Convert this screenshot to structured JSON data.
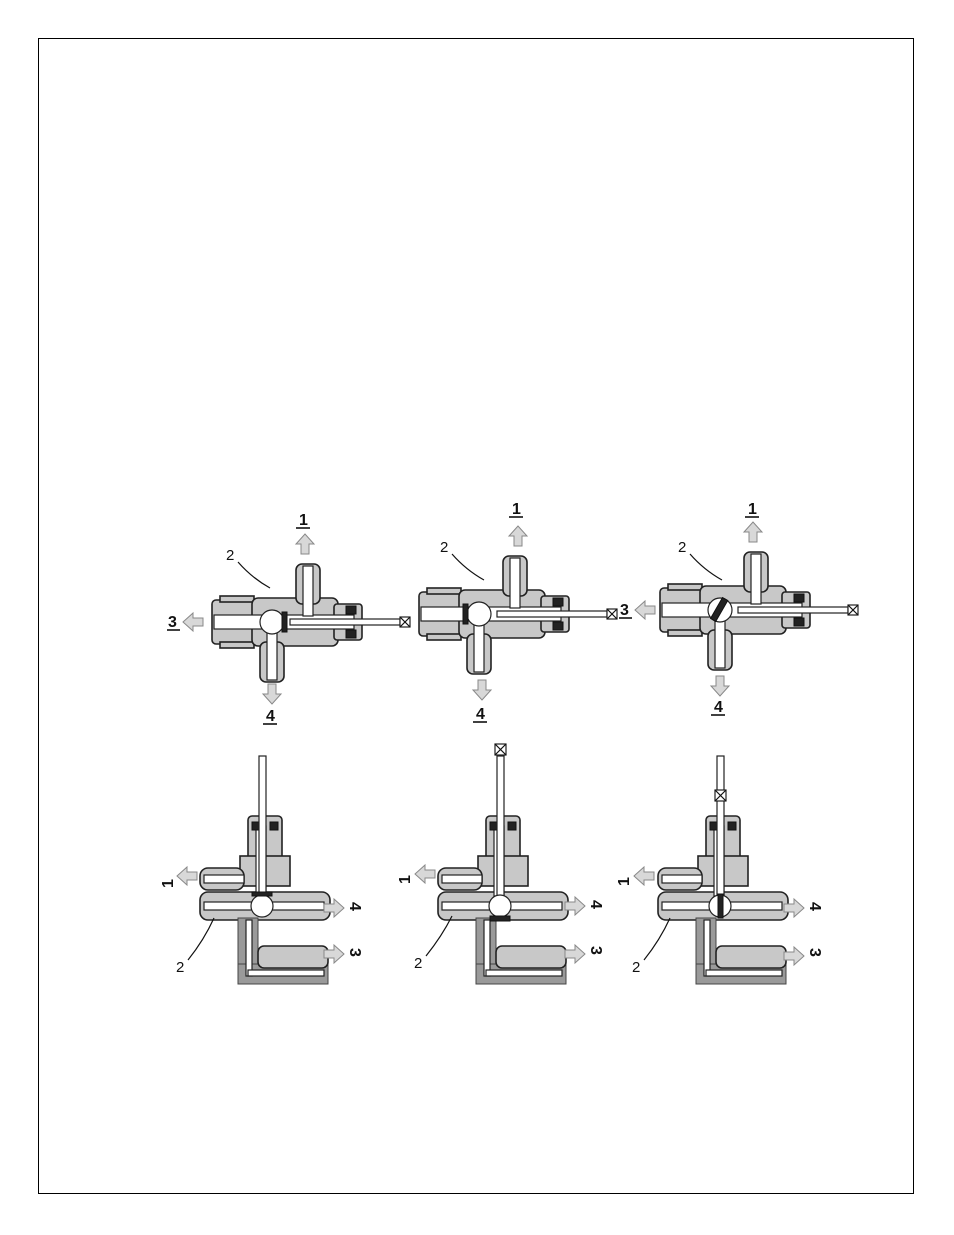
{
  "labels": {
    "port_1": "1",
    "port_2": "2",
    "port_3": "3",
    "port_4": "4"
  },
  "colors": {
    "body": "#c8c8c8",
    "outline": "#222222",
    "arrow": "#d8d8d8",
    "shaded_path": "#9a9a9a"
  },
  "icons": {
    "flow": "flow-arrow-icon",
    "valve_ball": "ball-valve-icon",
    "seal": "seal-icon",
    "handle": "handle-x-icon"
  }
}
